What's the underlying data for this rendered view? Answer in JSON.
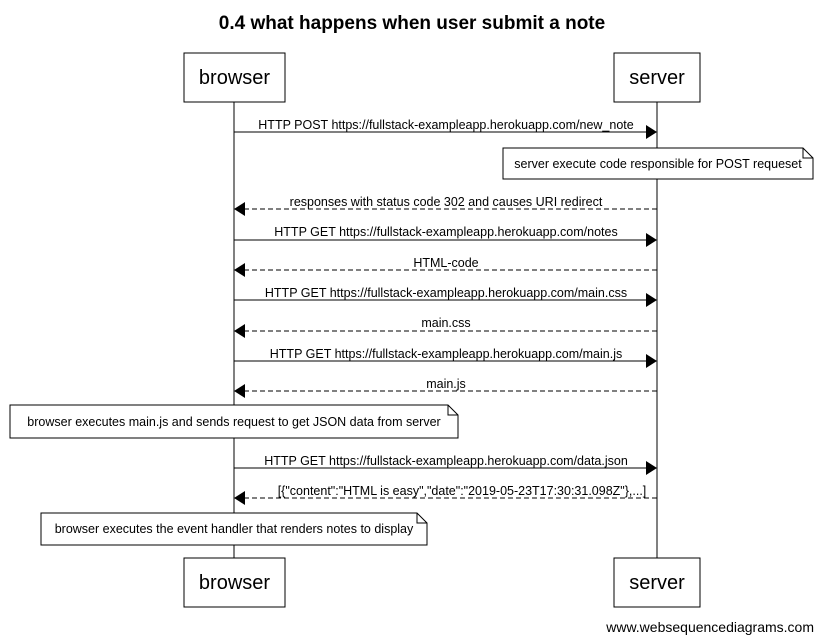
{
  "title": "0.4 what happens when user submit a note",
  "actors": {
    "browser": "browser",
    "server": "server"
  },
  "messages": [
    {
      "label": "HTTP POST https://fullstack-exampleapp.herokuapp.com/new_note",
      "from": "browser",
      "to": "server",
      "style": "solid"
    },
    {
      "note": "server execute code responsible for POST requeset",
      "over": "server"
    },
    {
      "label": "responses with status code 302 and causes URI redirect",
      "from": "server",
      "to": "browser",
      "style": "dashed"
    },
    {
      "label": "HTTP GET https://fullstack-exampleapp.herokuapp.com/notes",
      "from": "browser",
      "to": "server",
      "style": "solid"
    },
    {
      "label": "HTML-code",
      "from": "server",
      "to": "browser",
      "style": "dashed"
    },
    {
      "label": "HTTP GET https://fullstack-exampleapp.herokuapp.com/main.css",
      "from": "browser",
      "to": "server",
      "style": "solid"
    },
    {
      "label": "main.css",
      "from": "server",
      "to": "browser",
      "style": "dashed"
    },
    {
      "label": "HTTP GET https://fullstack-exampleapp.herokuapp.com/main.js",
      "from": "browser",
      "to": "server",
      "style": "solid"
    },
    {
      "label": "main.js",
      "from": "server",
      "to": "browser",
      "style": "dashed"
    },
    {
      "note": "browser executes main.js and sends request to get JSON data from server",
      "over": "browser"
    },
    {
      "label": "HTTP GET https://fullstack-exampleapp.herokuapp.com/data.json",
      "from": "browser",
      "to": "server",
      "style": "solid"
    },
    {
      "label": "[{\"content\":\"HTML is easy\",\"date\":\"2019-05-23T17:30:31.098Z\"},...]",
      "from": "server",
      "to": "browser",
      "style": "dashed"
    },
    {
      "note": "browser executes the event handler that renders notes to display",
      "over": "browser"
    }
  ],
  "watermark": "www.websequencediagrams.com"
}
